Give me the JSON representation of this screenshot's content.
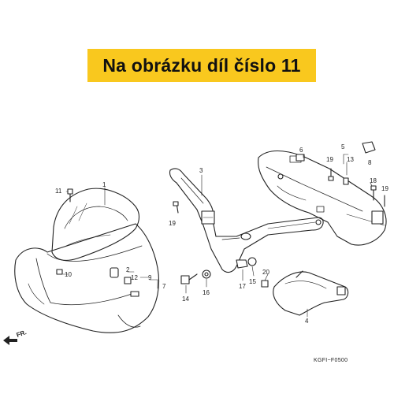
{
  "banner": {
    "text": "Na obrázku díl číslo 11",
    "color": "#f9c81e"
  },
  "diagram_code": "KGFI−F0500",
  "front_arrow_label": "FR.",
  "callouts": {
    "c1": "1",
    "c2": "2",
    "c3": "3",
    "c4": "4",
    "c5": "5",
    "c6": "6",
    "c7": "7",
    "c8": "8",
    "c9": "9",
    "c10": "10",
    "c11": "11",
    "c12": "12",
    "c13": "13",
    "c14": "14",
    "c15": "15",
    "c16": "16",
    "c17": "17",
    "c18": "18",
    "c19a": "19",
    "c19b": "19",
    "c19c": "19",
    "c20": "20"
  }
}
